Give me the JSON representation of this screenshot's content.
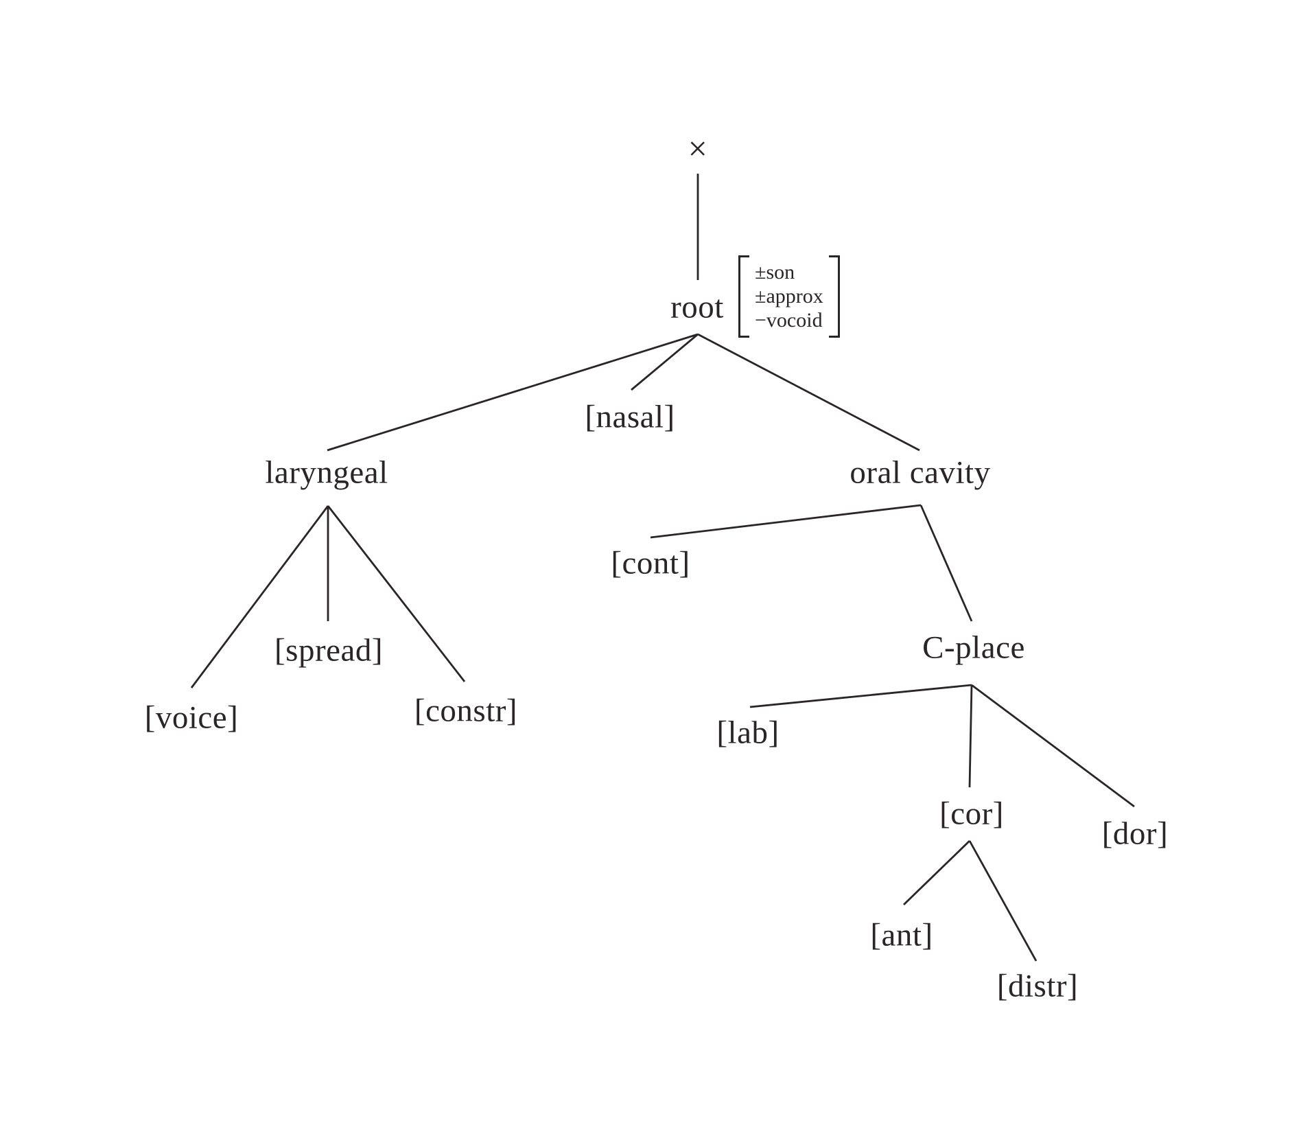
{
  "figure": {
    "description": "Feature geometry tree (phonology)",
    "colors": {
      "ink": "#2a2526",
      "background": "#ffffff"
    },
    "nodes": {
      "timing_slot": {
        "label": "×"
      },
      "root": {
        "label": "root"
      },
      "root_matrix": {
        "rows": [
          "±son",
          "±approx",
          "−vocoid"
        ]
      },
      "laryngeal": {
        "label": "laryngeal"
      },
      "nasal": {
        "label": "[nasal]"
      },
      "oral_cavity": {
        "label": "oral cavity"
      },
      "voice": {
        "label": "[voice]"
      },
      "spread": {
        "label": "[spread]"
      },
      "constr": {
        "label": "[constr]"
      },
      "cont": {
        "label": "[cont]"
      },
      "c_place": {
        "label": "C-place"
      },
      "lab": {
        "label": "[lab]"
      },
      "cor": {
        "label": "[cor]"
      },
      "dor": {
        "label": "[dor]"
      },
      "ant": {
        "label": "[ant]"
      },
      "distr": {
        "label": "[distr]"
      }
    },
    "edges": [
      {
        "from": "timing_slot",
        "to": "root"
      },
      {
        "from": "root",
        "to": "laryngeal"
      },
      {
        "from": "root",
        "to": "nasal"
      },
      {
        "from": "root",
        "to": "oral_cavity"
      },
      {
        "from": "laryngeal",
        "to": "voice"
      },
      {
        "from": "laryngeal",
        "to": "spread"
      },
      {
        "from": "laryngeal",
        "to": "constr"
      },
      {
        "from": "oral_cavity",
        "to": "cont"
      },
      {
        "from": "oral_cavity",
        "to": "c_place"
      },
      {
        "from": "c_place",
        "to": "lab"
      },
      {
        "from": "c_place",
        "to": "cor"
      },
      {
        "from": "c_place",
        "to": "dor"
      },
      {
        "from": "cor",
        "to": "ant"
      },
      {
        "from": "cor",
        "to": "distr"
      }
    ]
  }
}
